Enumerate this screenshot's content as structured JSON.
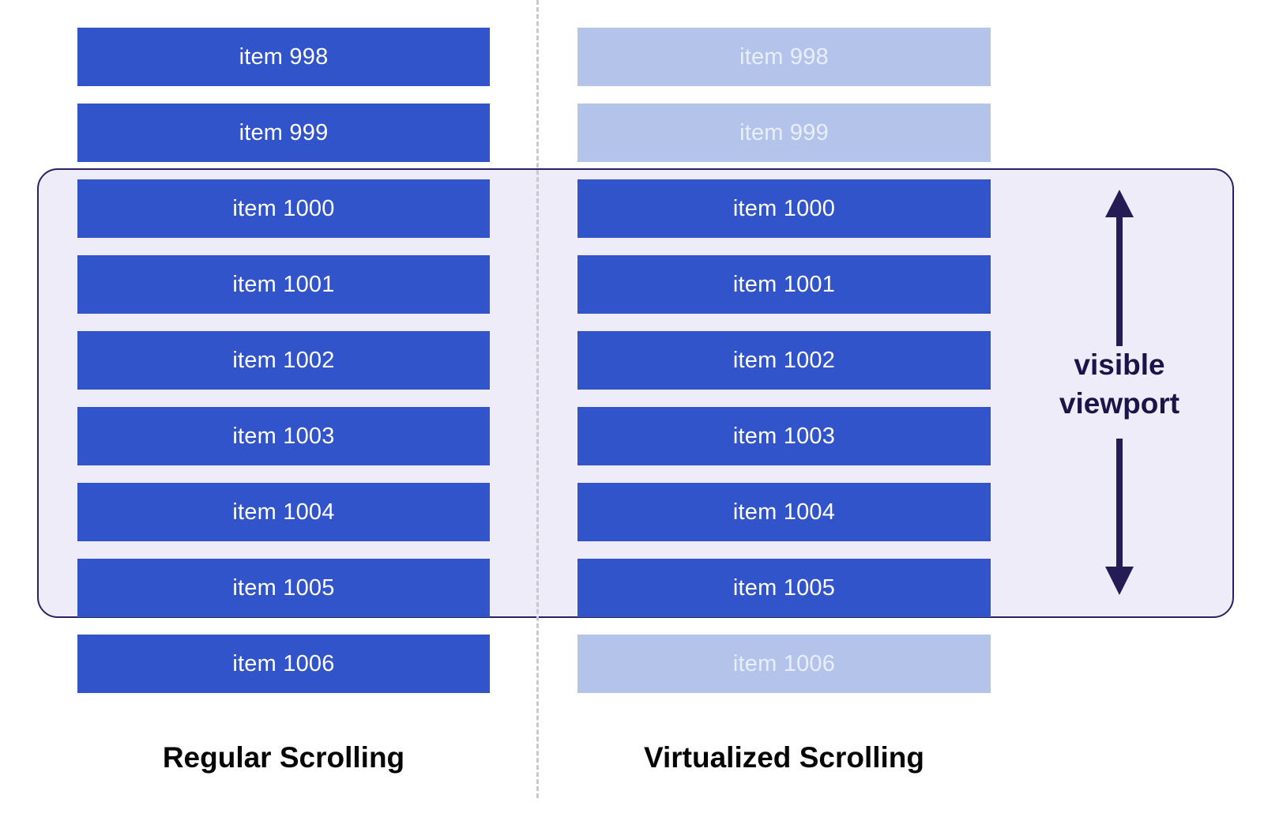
{
  "diagram": {
    "title_visible": false,
    "background_color": "#ffffff",
    "colors": {
      "bar_solid": "#3254cb",
      "bar_faded": "#b4c3ea",
      "viewport_fill": "#efecfa",
      "viewport_border": "#2b2062",
      "arrow": "#241c54",
      "divider": "#c9c9c9",
      "caption_text": "#050505",
      "viewport_text": "#1b1449",
      "bar_text": "#ffffff",
      "bar_text_faded": "#e8eefb"
    }
  },
  "columns": [
    {
      "id": "regular",
      "caption": "Regular Scrolling",
      "items": [
        {
          "label": "item 998",
          "state": "solid"
        },
        {
          "label": "item 999",
          "state": "solid"
        },
        {
          "label": "item 1000",
          "state": "solid"
        },
        {
          "label": "item 1001",
          "state": "solid"
        },
        {
          "label": "item 1002",
          "state": "solid"
        },
        {
          "label": "item 1003",
          "state": "solid"
        },
        {
          "label": "item 1004",
          "state": "solid"
        },
        {
          "label": "item 1005",
          "state": "solid"
        },
        {
          "label": "item 1006",
          "state": "solid"
        }
      ]
    },
    {
      "id": "virtualized",
      "caption": "Virtualized Scrolling",
      "items": [
        {
          "label": "item 998",
          "state": "faded"
        },
        {
          "label": "item 999",
          "state": "faded"
        },
        {
          "label": "item 1000",
          "state": "solid"
        },
        {
          "label": "item 1001",
          "state": "solid"
        },
        {
          "label": "item 1002",
          "state": "solid"
        },
        {
          "label": "item 1003",
          "state": "solid"
        },
        {
          "label": "item 1004",
          "state": "solid"
        },
        {
          "label": "item 1005",
          "state": "solid"
        },
        {
          "label": "item 1006",
          "state": "faded"
        }
      ]
    }
  ],
  "viewport": {
    "caption_line1": "visible",
    "caption_line2": "viewport",
    "caption": "visible\nviewport",
    "arrow_direction": "double-vertical"
  }
}
